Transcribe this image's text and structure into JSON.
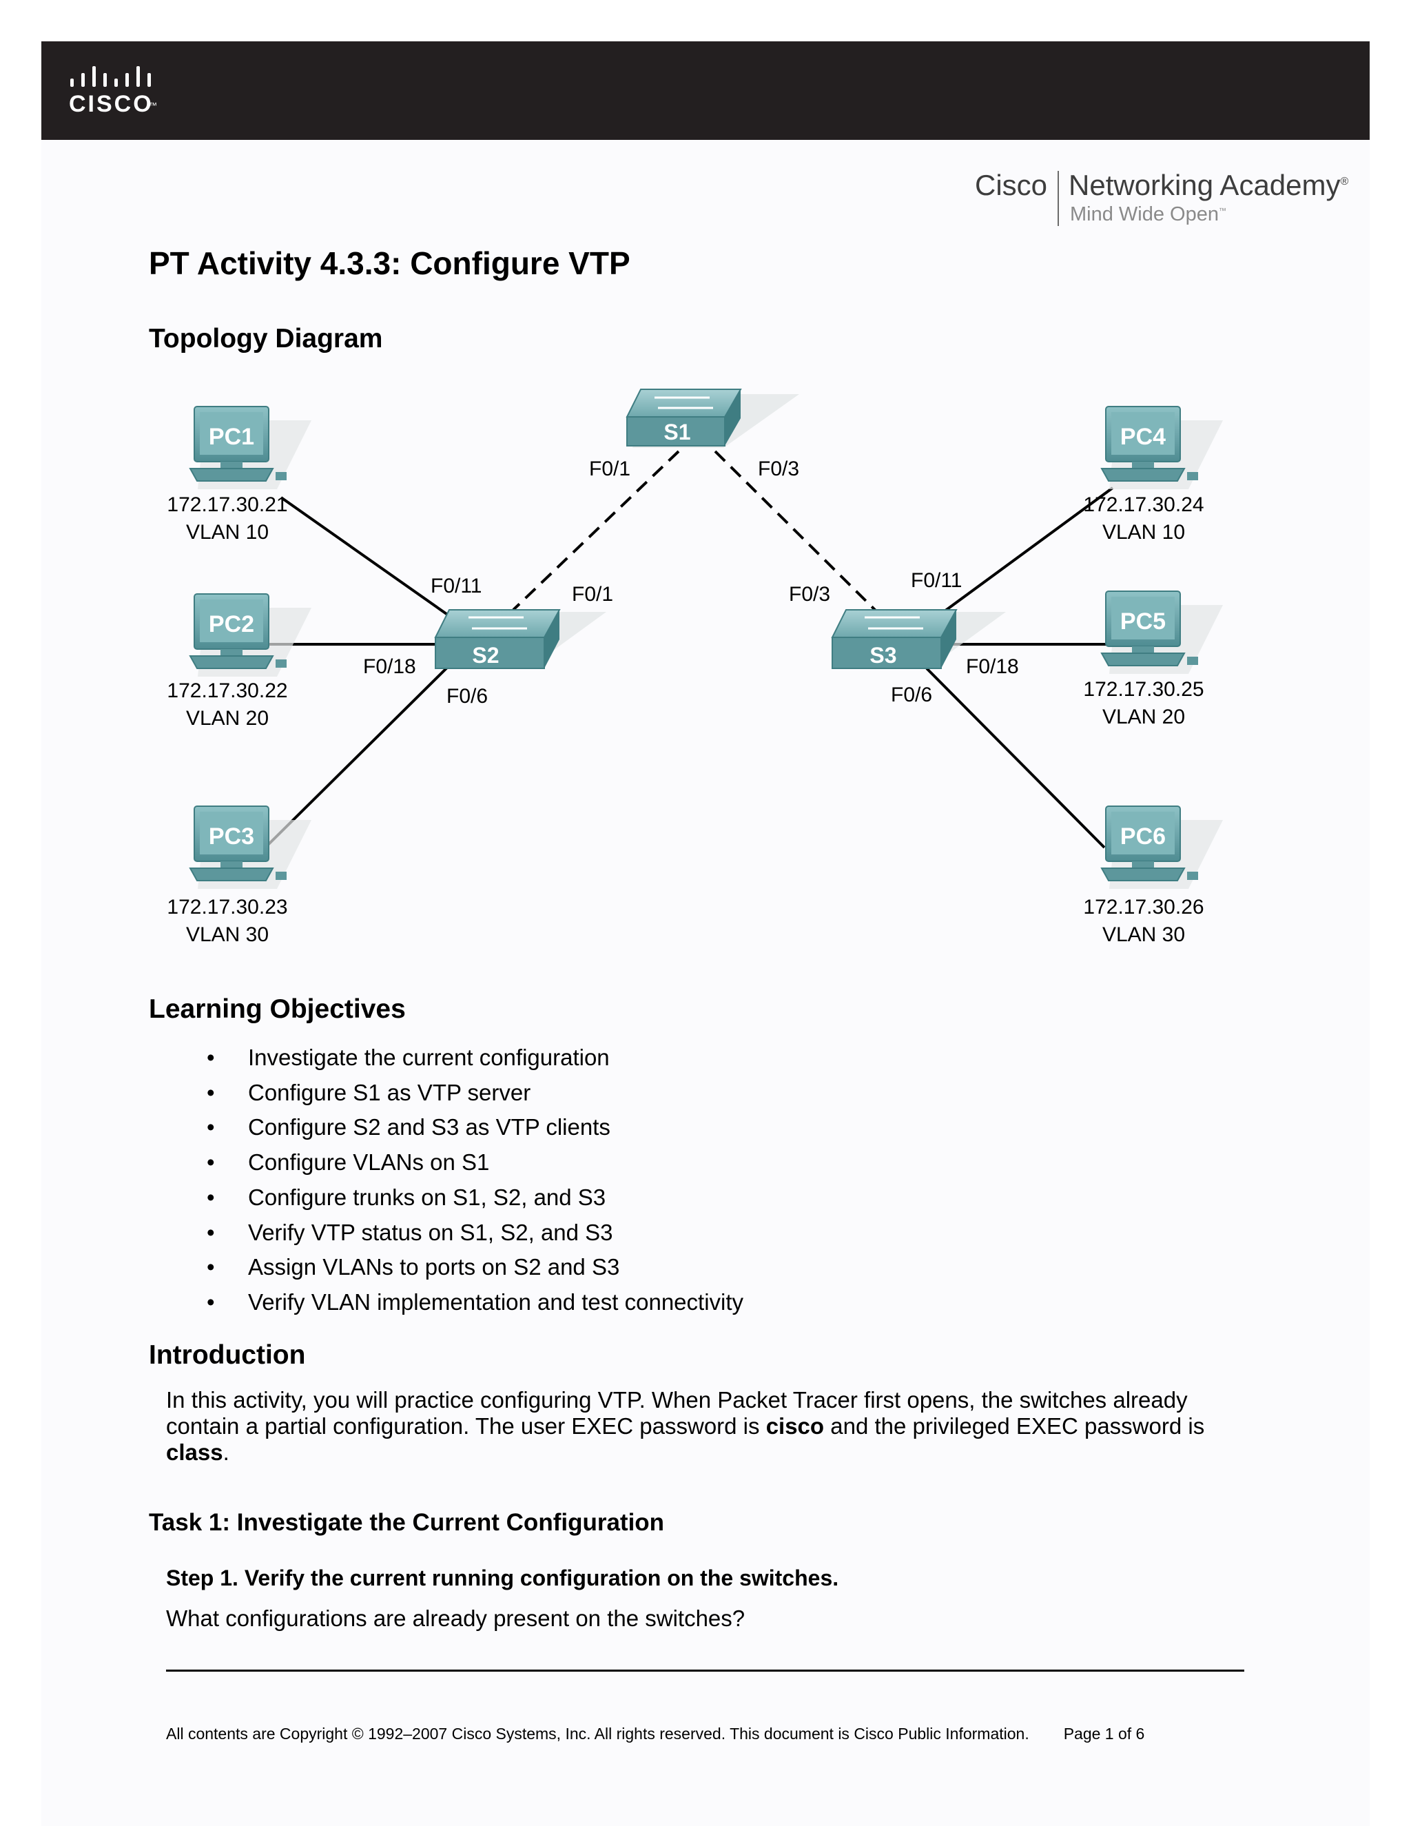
{
  "header": {
    "logo_text": "CISCO",
    "logo_tm": "™"
  },
  "academy": {
    "cisco": "Cisco",
    "name": "Networking Academy",
    "reg": "®",
    "tagline": "Mind Wide Open",
    "tagline_tm": "™"
  },
  "title": "PT Activity 4.3.3: Configure VTP",
  "topology": {
    "heading": "Topology Diagram",
    "switches": {
      "s1": "S1",
      "s2": "S2",
      "s3": "S3"
    },
    "pcs": [
      {
        "name": "PC1",
        "ip": "172.17.30.21",
        "vlan": "VLAN 10"
      },
      {
        "name": "PC2",
        "ip": "172.17.30.22",
        "vlan": "VLAN 20"
      },
      {
        "name": "PC3",
        "ip": "172.17.30.23",
        "vlan": "VLAN 30"
      },
      {
        "name": "PC4",
        "ip": "172.17.30.24",
        "vlan": "VLAN 10"
      },
      {
        "name": "PC5",
        "ip": "172.17.30.25",
        "vlan": "VLAN 20"
      },
      {
        "name": "PC6",
        "ip": "172.17.30.26",
        "vlan": "VLAN 30"
      }
    ],
    "ports": {
      "s1_left": "F0/1",
      "s1_right": "F0/3",
      "s2_f011": "F0/11",
      "s2_f01": "F0/1",
      "s2_f018": "F0/18",
      "s2_f06": "F0/6",
      "s3_f03": "F0/3",
      "s3_f011": "F0/11",
      "s3_f018": "F0/18",
      "s3_f06": "F0/6"
    }
  },
  "objectives": {
    "heading": "Learning Objectives",
    "bullet": "•",
    "items": [
      "Investigate the current configuration",
      "Configure S1 as VTP server",
      "Configure S2 and S3 as VTP clients",
      "Configure VLANs on S1",
      "Configure trunks on S1, S2, and S3",
      "Verify VTP status on S1, S2, and S3",
      "Assign VLANs to ports on S2 and S3",
      "Verify VLAN implementation and test connectivity"
    ]
  },
  "introduction": {
    "heading": "Introduction",
    "text_1": "In this activity, you will practice configuring VTP. When Packet Tracer first opens, the switches already contain a partial configuration. The user EXEC password is ",
    "bold_1": "cisco",
    "text_2": " and the privileged EXEC password is ",
    "bold_2": "class",
    "text_3": "."
  },
  "task1": {
    "heading": "Task 1: Investigate the Current Configuration",
    "step1": "Step 1. Verify the current running configuration on the switches.",
    "question": "What configurations are already present on the switches?"
  },
  "footer": {
    "copyright": "All contents are Copyright © 1992–2007 Cisco Systems, Inc. All rights reserved. This document is Cisco Public Information.",
    "page": "Page 1 of 6"
  }
}
